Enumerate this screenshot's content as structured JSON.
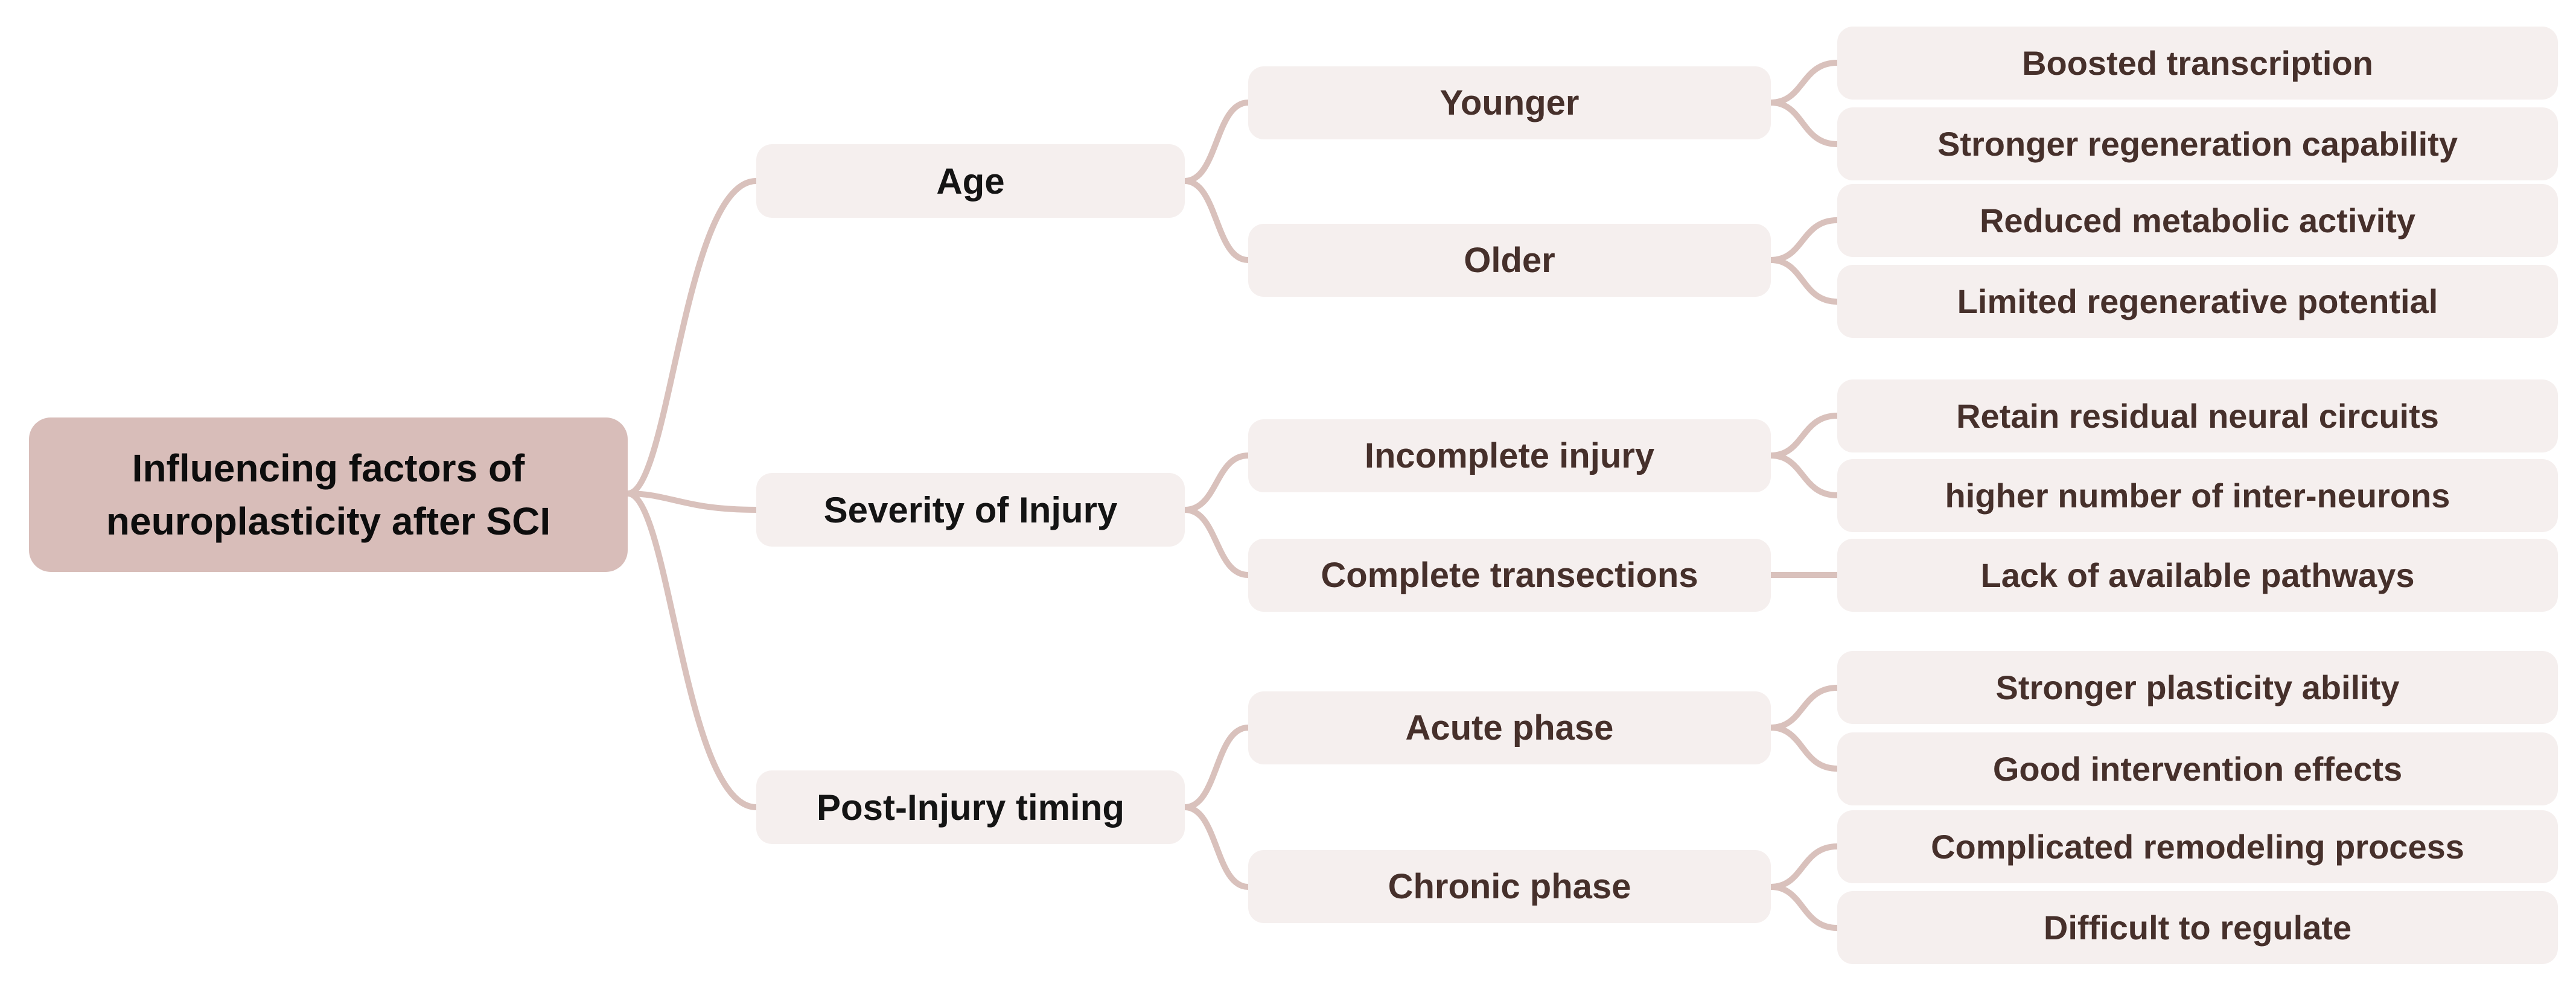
{
  "colors": {
    "root_bg": "#d8bdb9",
    "node_bg": "#f5efee",
    "line": "#d9c1bc",
    "root_text": "#0d0d0d",
    "branch_text": "#141414",
    "detail_text": "#46302b",
    "canvas_bg": "#ffffff"
  },
  "tree": {
    "root": {
      "label": "Influencing factors of neuroplasticity after SCI"
    },
    "branches": [
      {
        "label": "Age",
        "children": [
          {
            "label": "Younger",
            "children": [
              {
                "label": "Boosted transcription"
              },
              {
                "label": "Stronger regeneration capability"
              }
            ]
          },
          {
            "label": "Older",
            "children": [
              {
                "label": "Reduced metabolic activity"
              },
              {
                "label": "Limited regenerative potential"
              }
            ]
          }
        ]
      },
      {
        "label": "Severity of Injury",
        "children": [
          {
            "label": "Incomplete injury",
            "children": [
              {
                "label": "Retain residual neural circuits"
              },
              {
                "label": "higher number of inter-neurons"
              }
            ]
          },
          {
            "label": "Complete transections",
            "children": [
              {
                "label": "Lack of available pathways"
              }
            ]
          }
        ]
      },
      {
        "label": "Post-Injury timing",
        "children": [
          {
            "label": "Acute phase",
            "children": [
              {
                "label": "Stronger plasticity ability"
              },
              {
                "label": "Good intervention effects"
              }
            ]
          },
          {
            "label": "Chronic phase",
            "children": [
              {
                "label": "Complicated remodeling process"
              },
              {
                "label": "Difficult to regulate"
              }
            ]
          }
        ]
      }
    ]
  }
}
